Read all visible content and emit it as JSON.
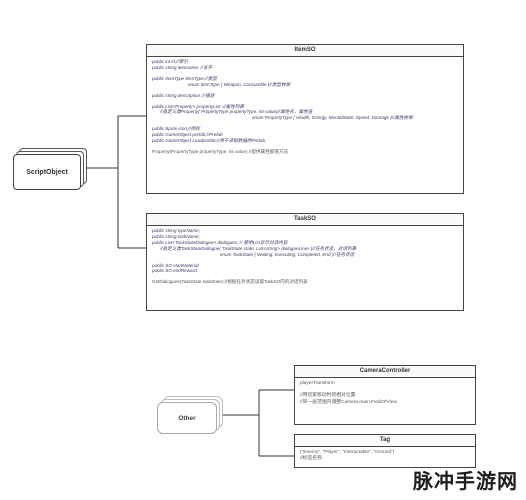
{
  "script_object": {
    "label": "ScriptObject"
  },
  "other": {
    "label": "Other"
  },
  "item_so": {
    "title": "ItemSO",
    "lines": [
      "public int id;//索引",
      "public string itemname; //名字",
      "",
      "public ItemType itemType;//类型",
      "enum ItemType { Weapon, Consumble }//类型枚举",
      "",
      "public string description ;//描述",
      "",
      "public List<Property> propertyList ;//属性列表",
      "//自定义类Property( PropertyType propertyType, int value)//属性名，属性值",
      "enum PropertyType { Health, Energy, MentalState, Speed, Damage }//属性枚举",
      "",
      "public Sprite icon;//图标",
      "public GameObject prefab;//Prefab",
      "public GameObject Loadprefab;//用于读取数据的Prefab",
      "",
      "Property(PropertyType propertyType, int value) //提供属性赋值方法"
    ]
  },
  "task_so": {
    "title": "TaskSO",
    "lines": [
      "public string typeName;",
      "public string taskName;",
      "public List<TaskStateDialogue> dialogues; // 使用List显示对话内容",
      "//自定义类TaskStateDialogue( TaskState state, List<string> dialogueLines )//任务状态，对话列表",
      "enum TaskState { Waiting, Executing, Completed, End }//任务状态",
      "",
      "public SO startMaterial",
      "public SO endReward;",
      "",
      "GetDialogues(TaskState taskState);//根据任务状态读取TaskSO内的对话列表"
    ]
  },
  "camera_controller": {
    "title": "CameraController",
    "lines": [
      "playerTransform",
      "",
      "//用玩家移动时的相对位置",
      "//同一层范围内调整Camera.main.FieldOfView"
    ]
  },
  "tag": {
    "title": "Tag",
    "lines": [
      "{\"Enemy\", \"Player\", \"Interactable\", \"Ground\"}",
      "//标签名称"
    ]
  },
  "watermark": {
    "text": "脉冲手游网"
  }
}
